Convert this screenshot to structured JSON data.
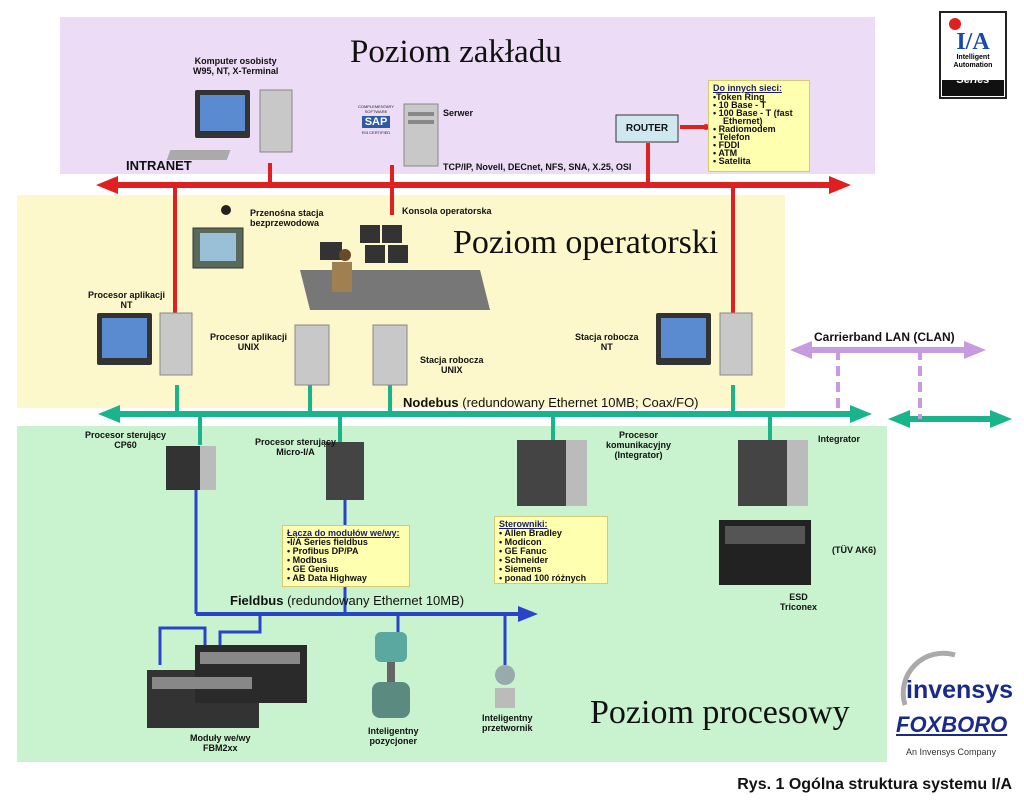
{
  "zones": {
    "plant": {
      "title": "Poziom zakładu",
      "color": "#ecdcf5"
    },
    "operator": {
      "title": "Poziom operatorski",
      "color": "#fdf8cc"
    },
    "process": {
      "title": "Poziom procesowy",
      "color": "#c9f3cf"
    }
  },
  "buses": {
    "intranet": {
      "label": "INTRANET",
      "protocols": "TCP/IP, Novell, DECnet, NFS, SNA, X.25, OSI",
      "color": "#e02020"
    },
    "nodebus": {
      "name": "Nodebus",
      "desc": " (redundowany Ethernet 10MB; Coax/FO)",
      "color": "#1ab48c"
    },
    "fieldbus": {
      "name": "Fieldbus",
      "desc": " (redundowany Ethernet 10MB)",
      "color": "#2a44c8"
    },
    "carrierband": {
      "label": "Carrierband LAN (CLAN)",
      "color": "#c89ae0"
    }
  },
  "nodes": {
    "pc": {
      "line1": "Komputer osobisty",
      "line2": "W95, NT, X-Terminal"
    },
    "server": {
      "label": "Serwer"
    },
    "sap": {
      "logo": "SAP",
      "top": "COMPLEMENTARY SOFTWARE",
      "bottom": "R/3 CERTIFIED"
    },
    "router": {
      "label": "ROUTER"
    },
    "wireless": {
      "line1": "Przenośna stacja",
      "line2": "bezprzewodowa"
    },
    "console": {
      "label": "Konsola operatorska"
    },
    "app_nt": {
      "line1": "Procesor aplikacji",
      "line2": "NT"
    },
    "app_unix": {
      "line1": "Procesor aplikacji",
      "line2": "UNIX"
    },
    "ws_unix": {
      "line1": "Stacja robocza",
      "line2": "UNIX"
    },
    "ws_nt": {
      "line1": "Stacja robocza",
      "line2": "NT"
    },
    "cp60": {
      "line1": "Procesor sterujący",
      "line2": "CP60"
    },
    "micro": {
      "line1": "Procesor sterujący",
      "line2": "Micro-I/A"
    },
    "comm": {
      "line1": "Procesor",
      "line2": "komunikacyjny",
      "line3": "(Integrator)"
    },
    "integrator": {
      "label": "Integrator"
    },
    "esd": {
      "line1": "ESD",
      "line2": "Triconex"
    },
    "tuv": {
      "label": "(TÜV AK6)"
    },
    "fbm": {
      "line1": "Moduły we/wy",
      "line2": "FBM2xx"
    },
    "positioner": {
      "line1": "Inteligentny",
      "line2": "pozycjoner"
    },
    "transmitter": {
      "line1": "Inteligentny",
      "line2": "przetwornik"
    }
  },
  "boxes": {
    "networks": {
      "title": "Do innych sieci:",
      "items": [
        "•Token Ring",
        "• 10 Base - T",
        "• 100 Base - T (fast",
        "    Ethernet)",
        "• Radiomodem",
        "• Telefon",
        "• FDDI",
        "• ATM",
        "• Satelita"
      ]
    },
    "modules": {
      "title": "Łącza do modułów we/wy:",
      "items": [
        "•I/A Series fieldbus",
        "• Profibus DP/PA",
        "• Modbus",
        "• GE Genius",
        "• AB Data Highway"
      ]
    },
    "controllers": {
      "title": "Sterowniki:",
      "items": [
        "• Allen Bradley",
        "• Modicon",
        "• GE Fanuc",
        "• Schneider",
        "• Siemens",
        "• ponad 100 różnych"
      ]
    }
  },
  "logos": {
    "ia": {
      "mark": "I/A",
      "line1": "Intelligent",
      "line2": "Automation",
      "line3": "Series"
    },
    "invensys": {
      "name": "invensys"
    },
    "foxboro": {
      "name": "FOXBORO",
      "tagline": "An Invensys Company"
    }
  },
  "caption": "Rys. 1 Ogólna struktura systemu I/A"
}
